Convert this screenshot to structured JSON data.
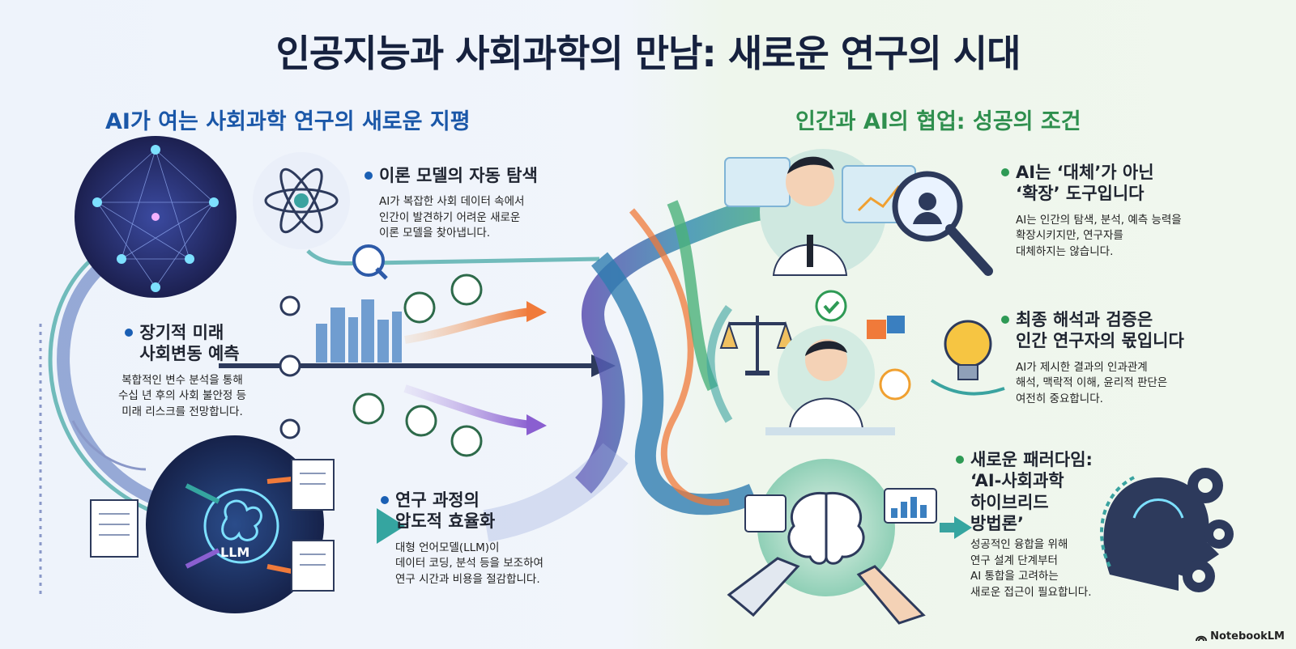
{
  "title": "인공지능과 사회과학의 만남: 새로운 연구의 시대",
  "left_section": {
    "heading": "AI가 여는 사회과학 연구의 새로운 지평",
    "items": [
      {
        "title_lines": [
          "이론 모델의 자동 탐색"
        ],
        "body_lines": [
          "AI가 복잡한 사회 데이터 속에서",
          "인간이 발견하기 어려운 새로운",
          "이론 모델을 찾아냅니다."
        ]
      },
      {
        "title_lines": [
          "장기적 미래",
          "사회변동 예측"
        ],
        "body_lines": [
          "복합적인 변수 분석을 통해",
          "수십 년 후의 사회 불안정 등",
          "미래 리스크를 전망합니다."
        ]
      },
      {
        "title_lines": [
          "연구 과정의",
          "압도적 효율화"
        ],
        "body_lines": [
          "대형 언어모델(LLM)이",
          "데이터 코딩, 분석 등을 보조하여",
          "연구 시간과 비용을 절감합니다."
        ]
      }
    ],
    "llm_label": "LLM"
  },
  "right_section": {
    "heading": "인간과 AI의 협업: 성공의 조건",
    "items": [
      {
        "title_lines": [
          "AI는 ‘대체’가 아닌",
          "‘확장’ 도구입니다"
        ],
        "body_lines": [
          "AI는 인간의 탐색, 분석, 예측 능력을",
          "확장시키지만, 연구자를",
          "대체하지는 않습니다."
        ]
      },
      {
        "title_lines": [
          "최종 해석과 검증은",
          "인간 연구자의 몫입니다"
        ],
        "body_lines": [
          "AI가 제시한 결과의 인과관계",
          "해석, 맥락적 이해, 윤리적 판단은",
          "여전히 중요합니다."
        ]
      },
      {
        "title_lines": [
          "새로운 패러다임:",
          "‘AI-사회과학",
          "하이브리드",
          "방법론’"
        ],
        "body_lines": [
          "성공적인 융합을 위해",
          "연구 설계 단계부터",
          "AI 통합을 고려하는",
          "새로운 접근이 필요합니다."
        ]
      }
    ]
  },
  "brand": "NotebookLM",
  "colors": {
    "title": "#16213e",
    "left_accent": "#1a57a8",
    "right_accent": "#2f8f4e"
  },
  "icons": [
    "neural-network-icon",
    "atom-icon",
    "magnifier-icon",
    "city-icon",
    "llm-brain-icon",
    "document-icon",
    "scientist-icon",
    "scales-icon",
    "puzzle-icon",
    "lightbulb-icon",
    "check-icon",
    "ai-head-icon",
    "gear-icon",
    "robot-hand-icon"
  ]
}
